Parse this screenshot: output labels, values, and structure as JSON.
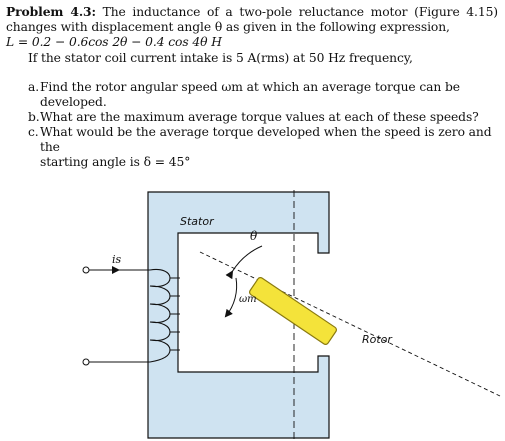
{
  "problem": {
    "heading": "Problem 4.3:",
    "statement": "The inductance of a two-pole reluctance motor (Figure 4.15) changes with displacement angle θ as given in the following expression,",
    "formula": "L = 0.2 − 0.6cos 2θ − 0.4 cos 4θ H",
    "current_statement": "If the stator coil current intake is 5 A(rms) at 50 Hz frequency,",
    "parts": [
      {
        "label": "a.",
        "text": "Find the rotor angular speed ωm at which an average torque can be developed."
      },
      {
        "label": "b.",
        "text": "What are the maximum average torque values at each of these speeds?"
      },
      {
        "label": "c.",
        "text": "What would be the average torque developed when the speed is zero and the",
        "continuation": "starting angle is δ = 45°"
      }
    ]
  },
  "figure": {
    "stator_label": "Stator",
    "rotor_label": "Rotor",
    "angle_label": "θ",
    "speed_label": "ωm",
    "current_label": "is",
    "colors": {
      "stator_fill": "#cfe3f1",
      "rotor_fill": "#f4e33a",
      "rotor_stroke": "#8a7a10",
      "line": "#111111"
    }
  }
}
